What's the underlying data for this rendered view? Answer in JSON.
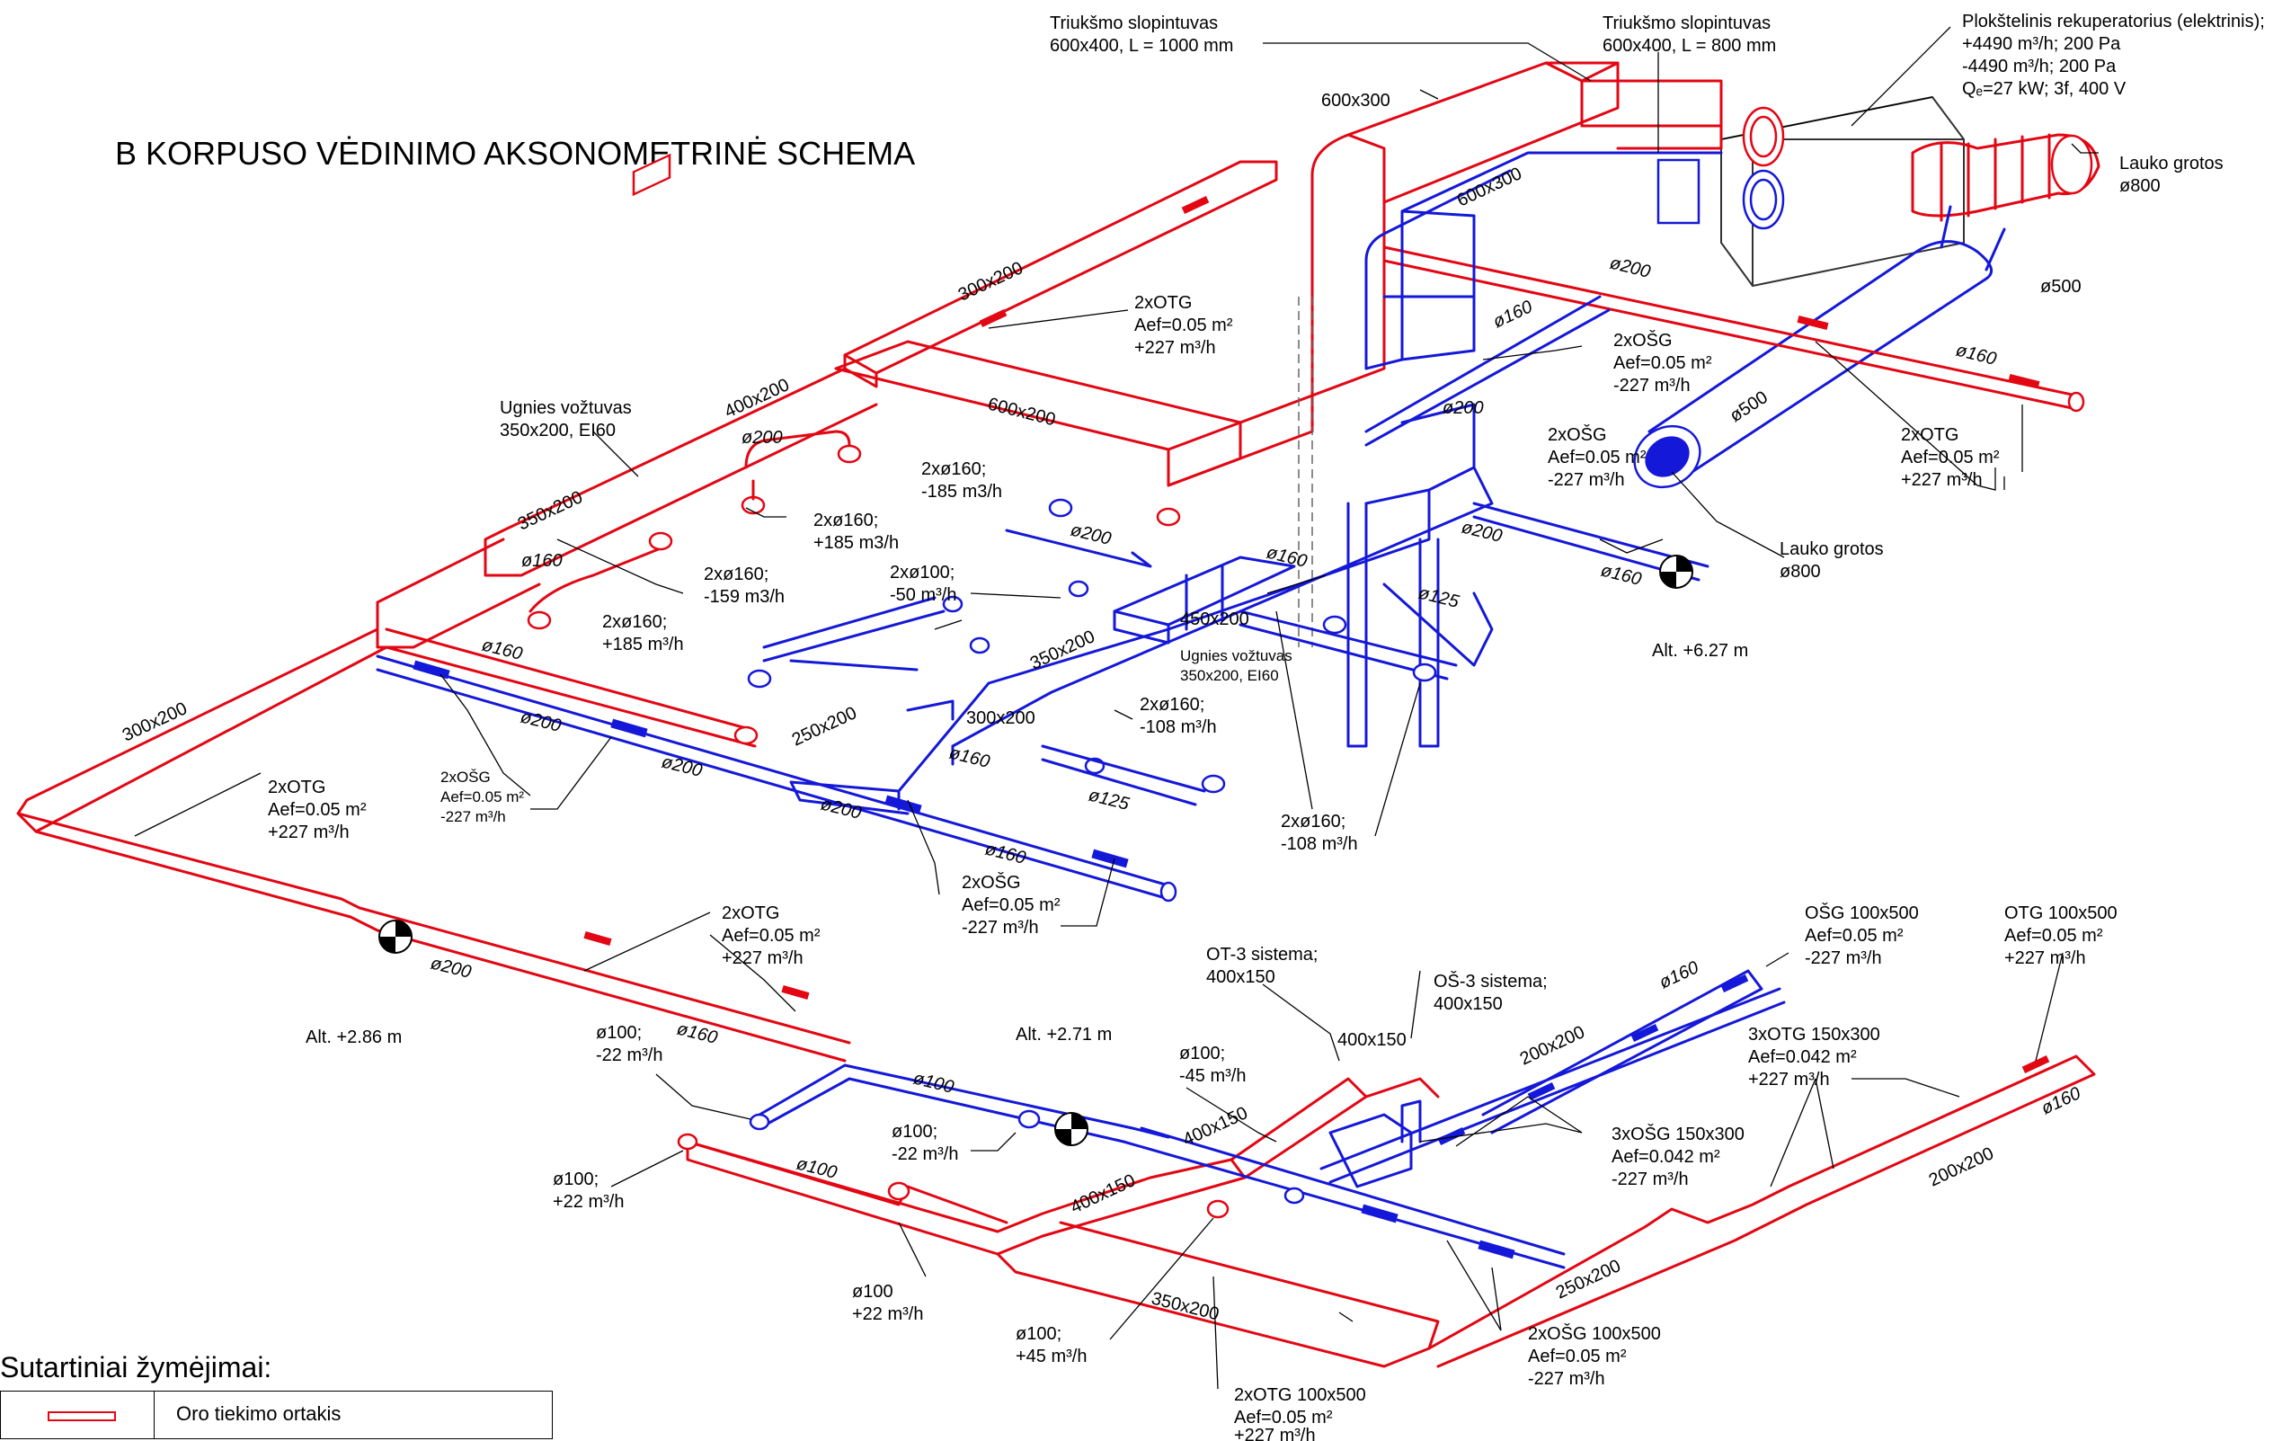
{
  "title": "B KORPUSO VĖDINIMO AKSONOMETRINĖ SCHEMA",
  "colors": {
    "supply": "#e30613",
    "exhaust": "#1418d8"
  },
  "legend": {
    "heading": "Sutartiniai žymėjimai:",
    "items": [
      {
        "label": "Oro tiekimo ortakis",
        "color": "#e30613"
      }
    ]
  },
  "callouts": {
    "silencer1": [
      "Triukšmo slopintuvas",
      "600x400, L = 1000 mm"
    ],
    "silencer2": [
      "Triukšmo slopintuvas",
      "600x400, L = 800 mm"
    ],
    "recuperator": [
      "Plokštelinis rekuperatorius (elektrinis);",
      "+4490 m³/h; 200 Pa",
      "-4490 m³/h; 200 Pa",
      "Qₑ=27 kW; 3f, 400 V"
    ],
    "lauko_top": [
      "Lauko grotos",
      "ø800"
    ],
    "lauko_mid": [
      "Lauko grotos",
      "ø800"
    ],
    "fire_damper_left": [
      "Ugnies vožtuvas",
      "350x200, EI60"
    ],
    "fire_damper_mid": [
      "Ugnies vožtuvas",
      "350x200, EI60"
    ],
    "otg_top": [
      "2xOTG",
      "Aef=0.05 m²",
      "+227 m³/h"
    ],
    "osg_right_top": [
      "2xOŠG",
      "Aef=0.05 m²",
      "-227 m³/h"
    ],
    "osg_round": [
      "2xOŠG",
      "Aef=0.05 m²",
      "-227 m³/h"
    ],
    "otg_right": [
      "2xOTG",
      "Aef=0.05 m²",
      "+227 m³/h"
    ],
    "d160_185a": [
      "2xø160;",
      "+185 m3/h"
    ],
    "d160_185b": [
      "2xø160;",
      "+185 m³/h"
    ],
    "d160_m185": [
      "2xø160;",
      "-185 m3/h"
    ],
    "d160_m159": [
      "2xø160;",
      "-159 m3/h"
    ],
    "d100_m50": [
      "2xø100;",
      "-50 m³/h"
    ],
    "d160_m108a": [
      "2xø160;",
      "-108 m³/h"
    ],
    "d160_m108b": [
      "2xø160;",
      "-108 m³/h"
    ],
    "osg_left": [
      "2xOŠG",
      "Aef=0.05 m²",
      "-227 m³/h"
    ],
    "otg_left": [
      "2xOTG",
      "Aef=0.05 m²",
      "+227 m³/h"
    ],
    "osg_center": [
      "2xOŠG",
      "Aef=0.05 m²",
      "-227 m³/h"
    ],
    "otg_lower": [
      "2xOTG",
      "Aef=0.05 m²",
      "+227 m³/h"
    ],
    "d100_m22a": [
      "ø100;",
      "-22 m³/h"
    ],
    "d100_m22b": [
      "ø100;",
      "-22 m³/h"
    ],
    "d100_p22a": [
      "ø100;",
      "+22 m³/h"
    ],
    "d100_p22b": [
      "ø100",
      "+22 m³/h"
    ],
    "d100_m45": [
      "ø100;",
      "-45 m³/h"
    ],
    "d100_p45": [
      "ø100;",
      "+45 m³/h"
    ],
    "ot3": [
      "OT-3 sistema;",
      "400x150"
    ],
    "os3": [
      "OŠ-3 sistema;",
      "400x150"
    ],
    "osg_100x500": [
      "OŠG 100x500",
      "Aef=0.05 m²",
      "-227 m³/h"
    ],
    "otg_100x500": [
      "OTG 100x500",
      "Aef=0.05 m²",
      "+227 m³/h"
    ],
    "otg_3x": [
      "3xOTG 150x300",
      "Aef=0.042 m²",
      "+227 m³/h"
    ],
    "osg_3x": [
      "3xOŠG 150x300",
      "Aef=0.042 m²",
      "-227 m³/h"
    ],
    "osg_2x100x500": [
      "2xOŠG 100x500",
      "Aef=0.05 m²",
      "-227 m³/h"
    ],
    "otg_2x100x500": [
      "2xOTG 100x500",
      "Aef=0.05 m²",
      "+227 m³/h"
    ]
  },
  "altitudes": [
    "Alt. +6.27 m",
    "Alt. +2.86 m",
    "Alt. +2.71 m"
  ],
  "sizes": [
    "600x300",
    "600x300",
    "300x200",
    "400x200",
    "600x200",
    "350x200",
    "300x200",
    "ø200",
    "ø160",
    "ø500",
    "ø500",
    "ø160",
    "ø200",
    "ø200",
    "ø160",
    "ø200",
    "ø160",
    "ø125",
    "ø200",
    "ø160",
    "450x200",
    "350x200",
    "250x200",
    "300x200",
    "ø160",
    "ø125",
    "ø160",
    "ø200",
    "ø200",
    "ø160",
    "ø200",
    "ø200",
    "ø160",
    "ø100",
    "ø100",
    "400x150",
    "400x150",
    "400x150",
    "200x200",
    "ø160",
    "250x200",
    "350x200",
    "200x200",
    "ø160"
  ]
}
